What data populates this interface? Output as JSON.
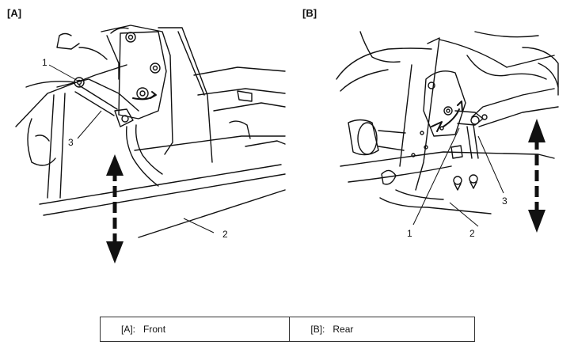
{
  "panels": {
    "a": {
      "label": "[A]",
      "callouts": [
        "1",
        "3",
        "2"
      ]
    },
    "b": {
      "label": "[B]",
      "callouts": [
        "1",
        "2",
        "3"
      ]
    }
  },
  "legend": [
    {
      "key": "[A]:",
      "value": "Front"
    },
    {
      "key": "[B]:",
      "value": "Rear"
    }
  ]
}
